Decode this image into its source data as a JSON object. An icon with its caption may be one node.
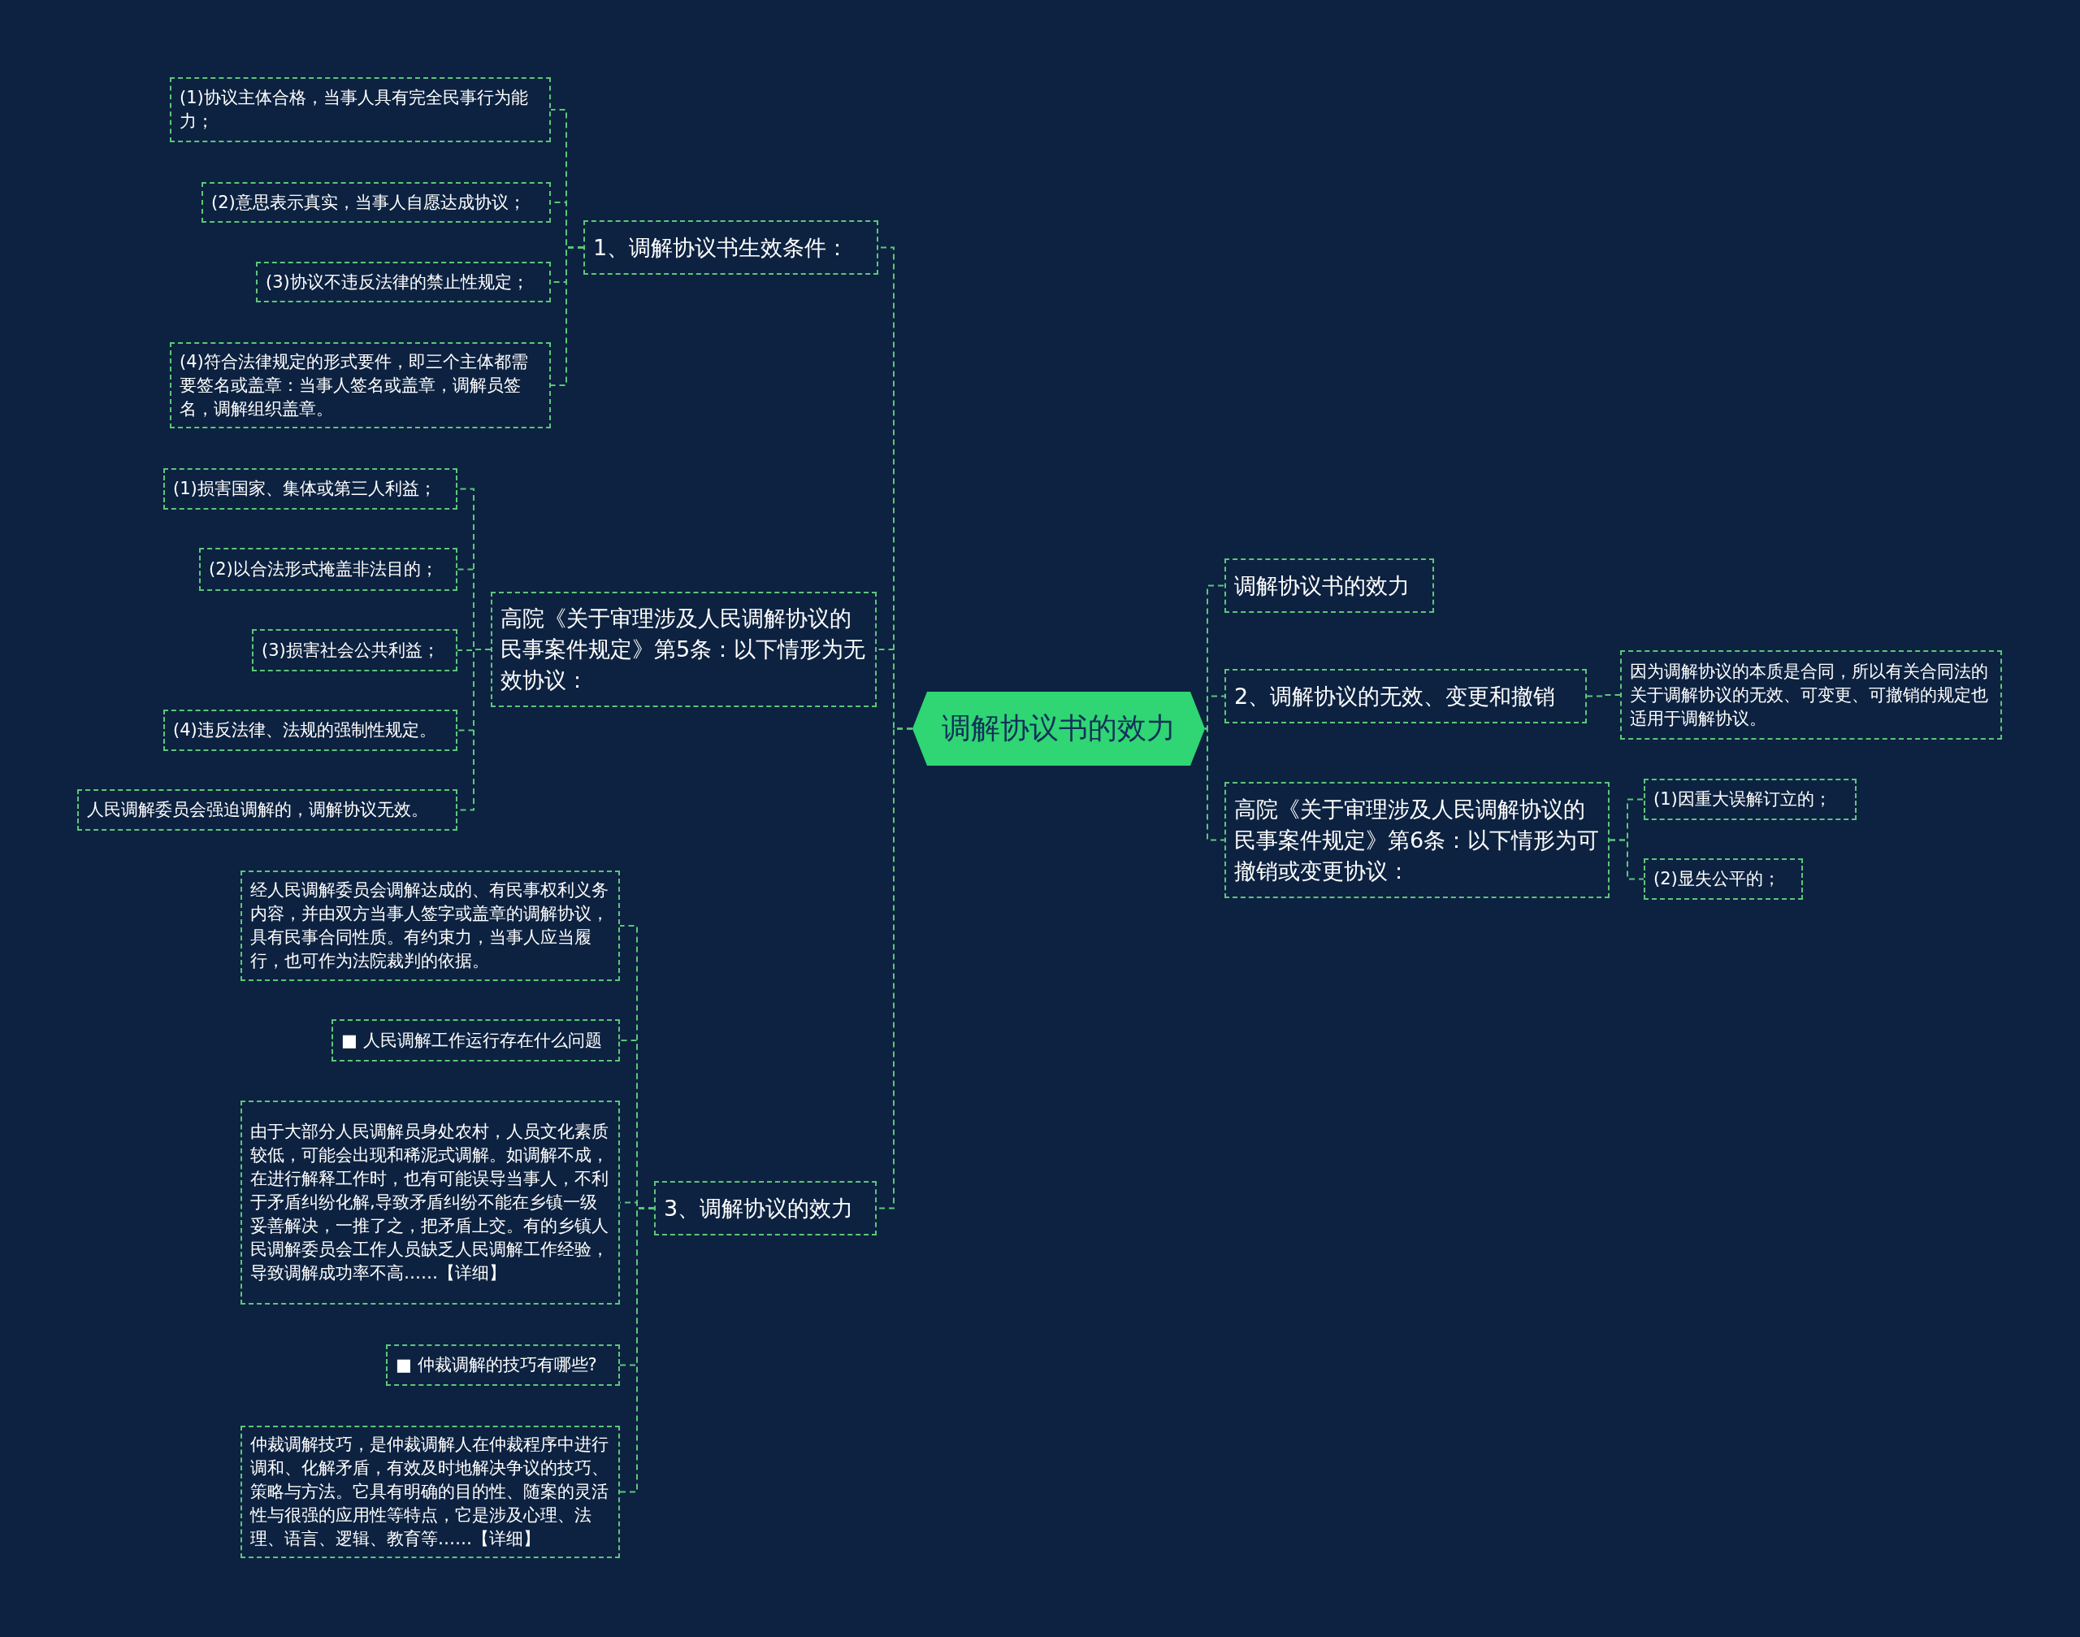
{
  "diagram": {
    "nodes": [
      {
        "text": [
          "调解协议书的效力"
        ]
      },
      {
        "text": [
          "1、调解协议书生效条件："
        ]
      },
      {
        "text": [
          "(1)协议主体合格，当事人具有完全民事行为能力；"
        ]
      },
      {
        "text": [
          "(2)意思表示真实，当事人自愿达成协议；"
        ]
      },
      {
        "text": [
          "(3)协议不违反法律的禁止性规定；"
        ]
      },
      {
        "text": [
          "(4)符合法律规定的形式要件，即三个主体都需要签名或盖章：当事人签名或盖章，调解员签名，调解组织盖章。"
        ]
      },
      {
        "text": [
          "高院《关于审理涉及人民调解协议的民事案件规定》第5条：以下情形为无效协议："
        ]
      },
      {
        "text": [
          "(1)损害国家、集体或第三人利益；"
        ]
      },
      {
        "text": [
          "(2)以合法形式掩盖非法目的；"
        ]
      },
      {
        "text": [
          "(3)损害社会公共利益；"
        ]
      },
      {
        "text": [
          "(4)违反法律、法规的强制性规定。"
        ]
      },
      {
        "text": [
          "人民调解委员会强迫调解的，调解协议无效。"
        ]
      },
      {
        "text": [
          "3、调解协议的效力"
        ]
      },
      {
        "text": [
          "经人民调解委员会调解达成的、有民事权利义务内容，并由双方当事人签字或盖章的调解协议，具有民事合同性质。有约束力，当事人应当履行，也可作为法院裁判的依据。"
        ]
      },
      {
        "text": [
          "■ 人民调解工作运行存在什么问题"
        ]
      },
      {
        "text": [
          "由于大部分人民调解员身处农村，人员文化素质较低，可能会出现和稀泥式调解。如调解不成，在进行解释工作时，也有可能误导当事人，不利于矛盾纠纷化解,导致矛盾纠纷不能在乡镇一级妥善解决，一推了之，把矛盾上交。有的乡镇人民调解委员会工作人员缺乏人民调解工作经验，导致调解成功率不高……【详细】"
        ]
      },
      {
        "text": [
          "■ 仲裁调解的技巧有哪些?"
        ]
      },
      {
        "text": [
          "仲裁调解技巧，是仲裁调解人在仲裁程序中进行调和、化解矛盾，有效及时地解决争议的技巧、策略与方法。它具有明确的目的性、随案的灵活性与很强的应用性等特点，它是涉及心理、法理、语言、逻辑、教育等……【详细】"
        ]
      },
      {
        "text": [
          "调解协议书的效力"
        ]
      },
      {
        "text": [
          "2、调解协议的无效、变更和撤销"
        ]
      },
      {
        "text": [
          "因为调解协议的本质是合同，所以有关合同法的关于调解协议的无效、可变更、可撤销的规定也适用于调解协议。"
        ]
      },
      {
        "text": [
          "高院《关于审理涉及人民调解协议的民事案件规定》第6条：以下情形为可撤销或变更协议："
        ]
      },
      {
        "text": [
          "(1)因重大误解订立的；"
        ]
      },
      {
        "text": [
          "(2)显失公平的；"
        ]
      }
    ],
    "edges": [
      {
        "from": 0,
        "to": 1,
        "arrow": "none"
      },
      {
        "from": 0,
        "to": 6,
        "arrow": "none"
      },
      {
        "from": 0,
        "to": 12,
        "arrow": "none"
      },
      {
        "from": 0,
        "to": 18,
        "arrow": "none"
      },
      {
        "from": 0,
        "to": 19,
        "arrow": "none"
      },
      {
        "from": 0,
        "to": 21,
        "arrow": "none"
      },
      {
        "from": 1,
        "to": 2,
        "arrow": "none"
      },
      {
        "from": 1,
        "to": 3,
        "arrow": "none"
      },
      {
        "from": 1,
        "to": 4,
        "arrow": "none"
      },
      {
        "from": 1,
        "to": 5,
        "arrow": "none"
      },
      {
        "from": 6,
        "to": 7,
        "arrow": "none"
      },
      {
        "from": 6,
        "to": 8,
        "arrow": "none"
      },
      {
        "from": 6,
        "to": 9,
        "arrow": "none"
      },
      {
        "from": 6,
        "to": 10,
        "arrow": "none"
      },
      {
        "from": 6,
        "to": 11,
        "arrow": "none"
      },
      {
        "from": 12,
        "to": 13,
        "arrow": "none"
      },
      {
        "from": 12,
        "to": 14,
        "arrow": "none"
      },
      {
        "from": 12,
        "to": 15,
        "arrow": "none"
      },
      {
        "from": 12,
        "to": 16,
        "arrow": "none"
      },
      {
        "from": 12,
        "to": 17,
        "arrow": "none"
      },
      {
        "from": 19,
        "to": 20,
        "arrow": "none"
      },
      {
        "from": 21,
        "to": 22,
        "arrow": "none"
      },
      {
        "from": 21,
        "to": 23,
        "arrow": "none"
      }
    ]
  }
}
